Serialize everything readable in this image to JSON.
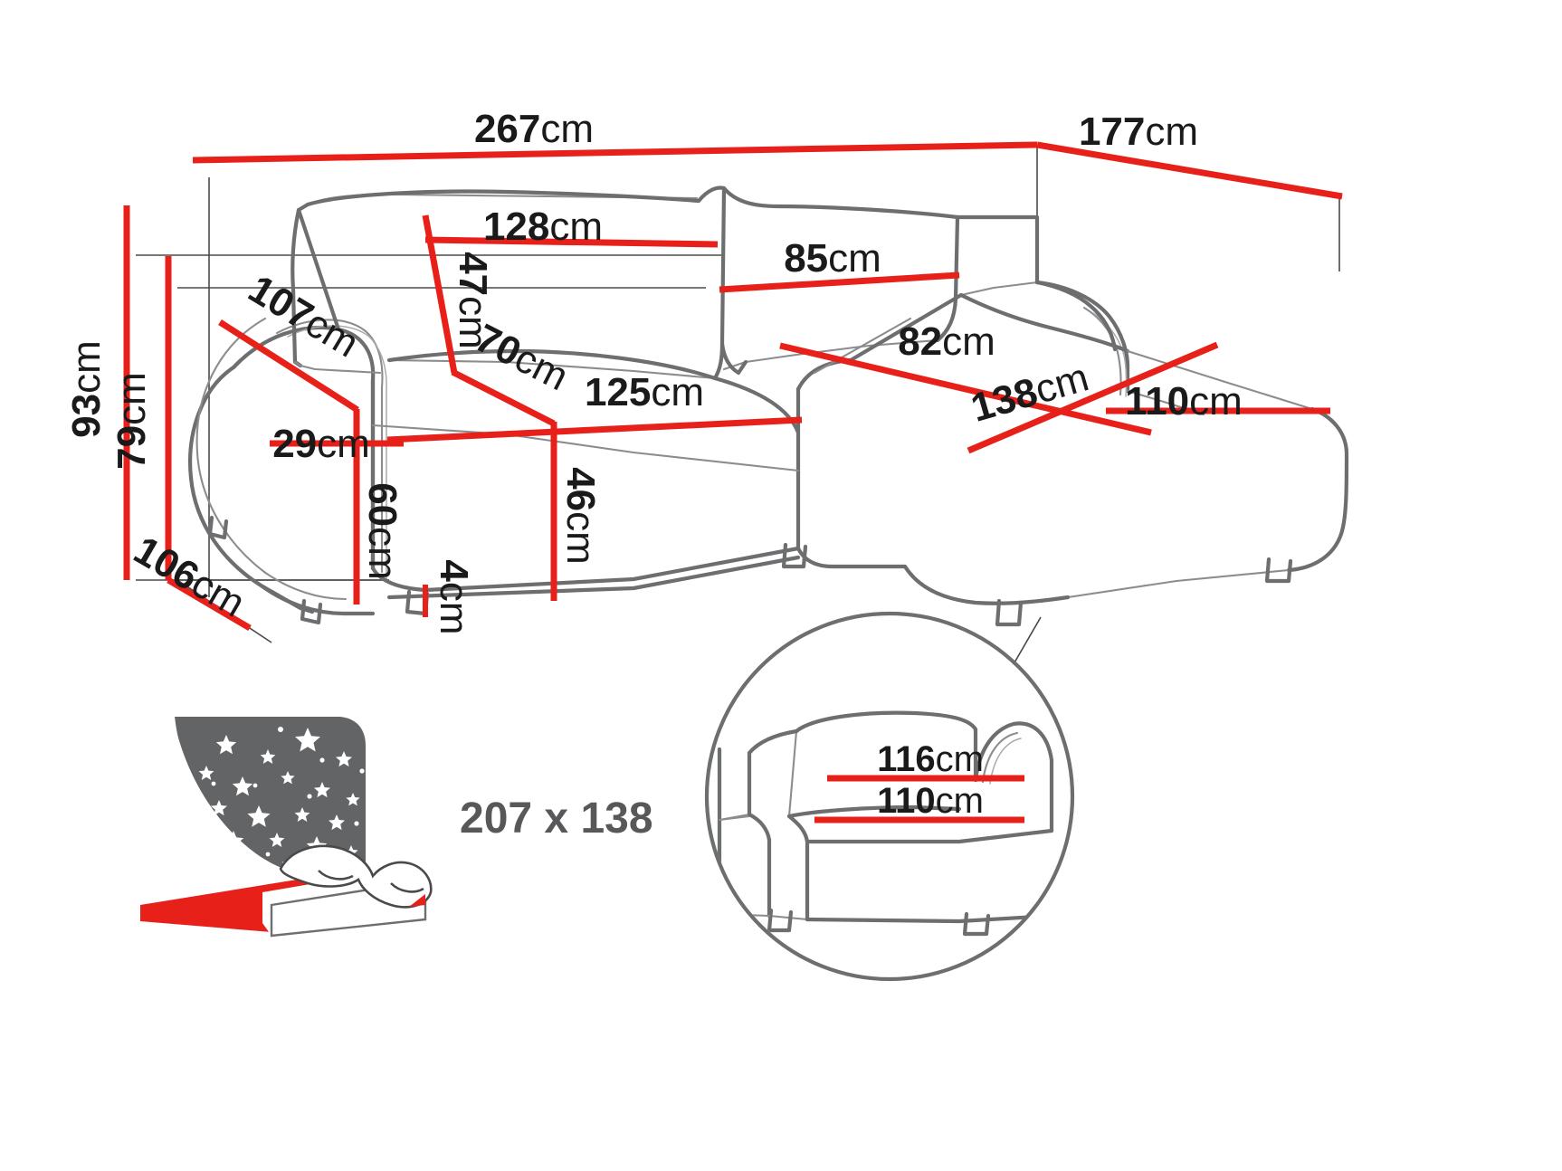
{
  "diagram": {
    "title": "Corner sofa bed dimension diagram",
    "units": "cm",
    "accent_color": "#e8201a",
    "outline_color": "#6d6e70",
    "label_color": "#1a1a1a"
  },
  "dimensions": {
    "overall_width": "267",
    "overall_depth": "177",
    "overall_height": "93",
    "back_height": "79",
    "side_depth": "106",
    "arm_width_top": "107",
    "arm_height": "29",
    "arm_outer_height": "60",
    "backrest_cushion_width": "128",
    "backrest_cushion_height": "47",
    "corner_cushion_width": "85",
    "seat_depth_left": "70",
    "seat_width_main": "125",
    "seat_height": "46",
    "leg_height": "4",
    "chaise_seat_depth": "82",
    "chaise_seat_width": "138",
    "chaise_width": "110"
  },
  "labels": {
    "overall_width": {
      "value": "267",
      "unit": "cm"
    },
    "overall_depth": {
      "value": "177",
      "unit": "cm"
    },
    "overall_height": {
      "value": "93",
      "unit": "cm"
    },
    "back_height": {
      "value": "79",
      "unit": "cm"
    },
    "side_depth": {
      "value": "106",
      "unit": "cm"
    },
    "arm_width_top": {
      "value": "107",
      "unit": "cm"
    },
    "arm_height": {
      "value": "29",
      "unit": "cm"
    },
    "arm_outer_height": {
      "value": "60",
      "unit": "cm"
    },
    "backrest_cushion_width": {
      "value": "128",
      "unit": "cm"
    },
    "backrest_cushion_height": {
      "value": "47",
      "unit": "cm"
    },
    "corner_cushion_width": {
      "value": "85",
      "unit": "cm"
    },
    "seat_depth_left": {
      "value": "70",
      "unit": "cm"
    },
    "seat_width_main": {
      "value": "125",
      "unit": "cm"
    },
    "seat_height": {
      "value": "46",
      "unit": "cm"
    },
    "leg_height": {
      "value": "4",
      "unit": "cm"
    },
    "chaise_seat_depth": {
      "value": "82",
      "unit": "cm"
    },
    "chaise_seat_width": {
      "value": "138",
      "unit": "cm"
    },
    "chaise_width": {
      "value": "110",
      "unit": "cm"
    },
    "detail_seat_upper": {
      "value": "116",
      "unit": "cm"
    },
    "detail_seat_lower": {
      "value": "110",
      "unit": "cm"
    }
  },
  "sleeping_area": {
    "icon_name": "bed-with-starry-night-icon",
    "label": "207 x 138"
  },
  "detail_inset": {
    "name": "seat-width-detail-circle",
    "upper_label": "116cm",
    "lower_label": "110cm"
  }
}
